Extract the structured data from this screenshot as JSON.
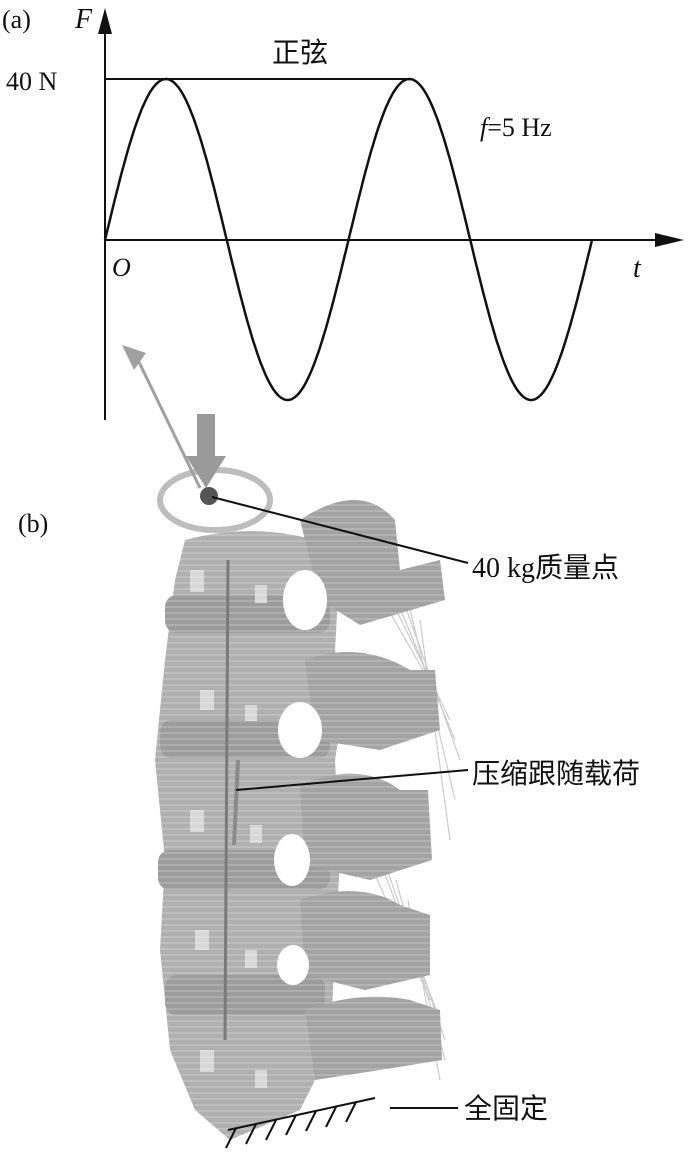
{
  "panel_a": {
    "label": "(a)",
    "y_axis_symbol": "F",
    "x_axis_symbol": "t",
    "origin": "O",
    "amplitude_label": "40 N",
    "waveform_label": "正弦",
    "freq_symbol": "f",
    "freq_value": "=5 Hz",
    "amplitude_value": 40,
    "cycles_shown": 2
  },
  "panel_b": {
    "label": "(b)",
    "callout_mass": "40 kg质量点",
    "callout_follower": "压缩跟随载荷",
    "callout_fixed": "全固定"
  },
  "colors": {
    "line": "#111111",
    "bone": "#a9a9a9",
    "bone_dark": "#8a8a8a",
    "arrow": "#9a9a9a",
    "mass_point": "#555555"
  }
}
